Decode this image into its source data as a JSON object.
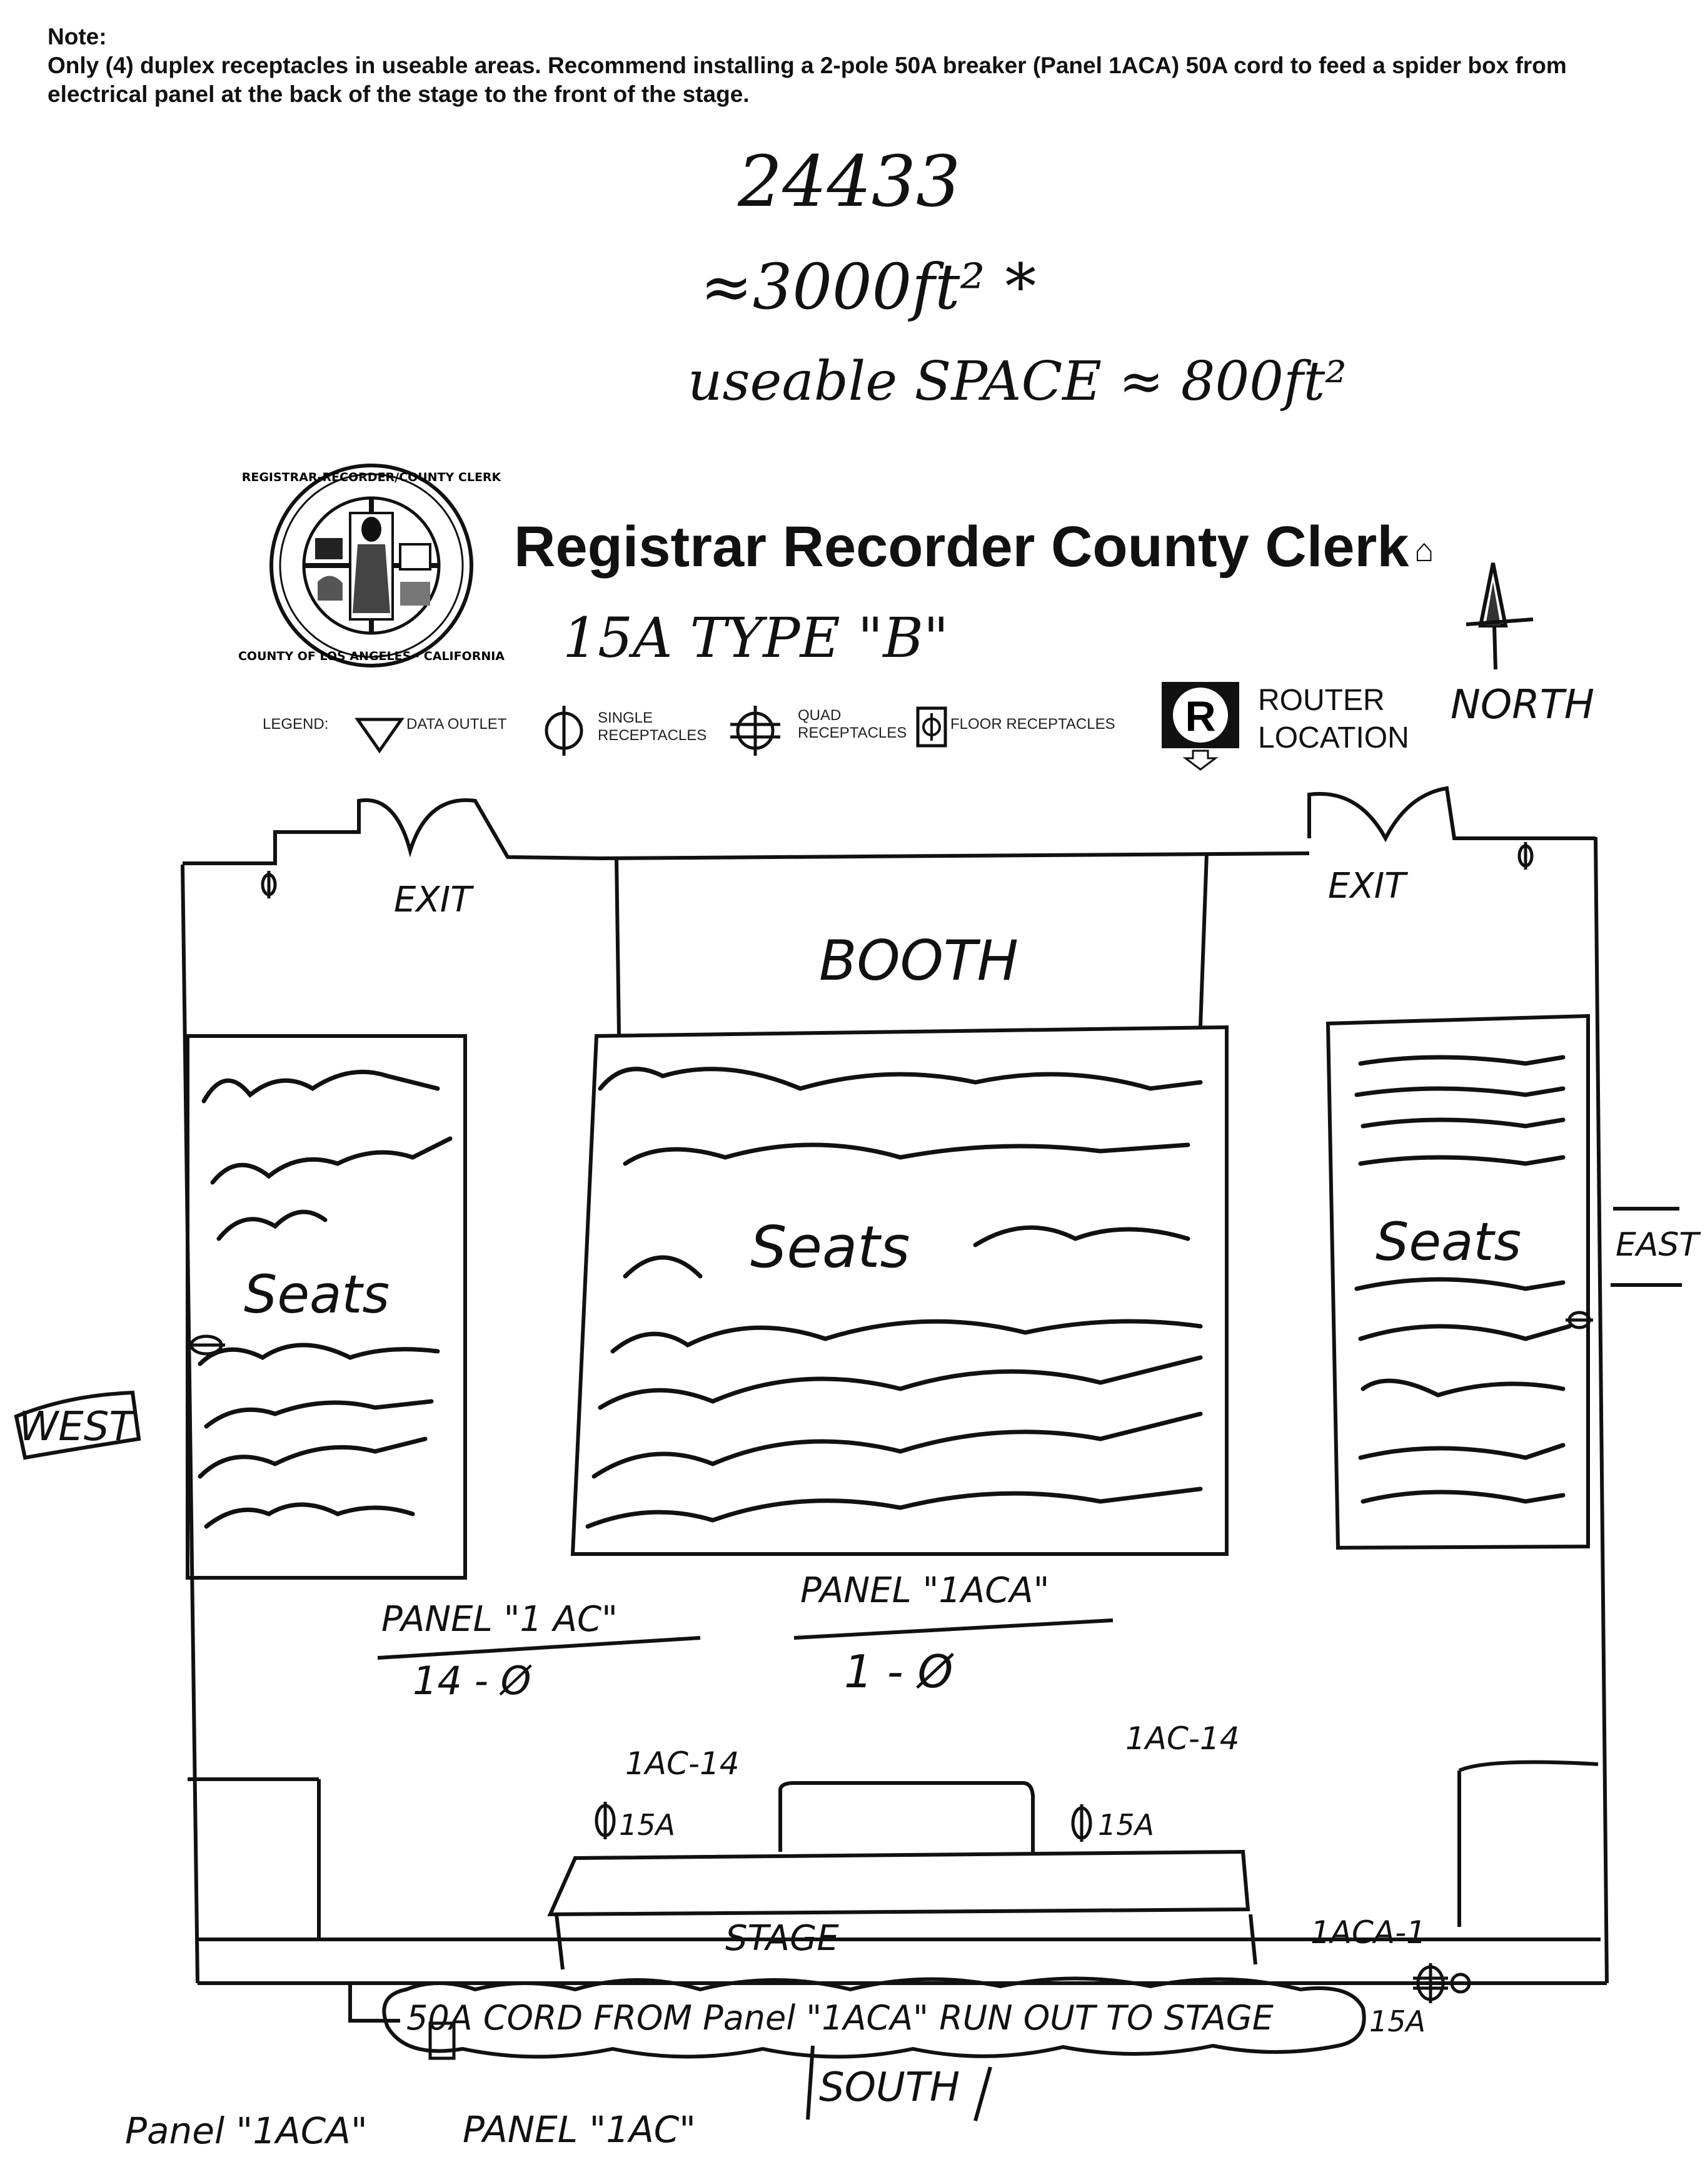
{
  "note": {
    "heading": "Note:",
    "body": "Only (4) duplex receptacles in useable areas. Recommend installing a 2-pole 50A breaker (Panel 1ACA) 50A cord to feed a spider box from electrical panel at the back of the stage to the front of the stage."
  },
  "handwritten_top": {
    "number": "24433",
    "area": "≈3000ft² *",
    "usable": "useable SPACE ≈ 800ft²"
  },
  "header": {
    "seal_text": "REGISTRAR-RECORDER/COUNTY CLERK · COUNTY OF LOS ANGELES · CALIFORNIA",
    "title": "Registrar Recorder County Clerk",
    "home_icon": "home-icon",
    "receptacle_type": "15A TYPE \"B\""
  },
  "legend": {
    "label": "LEGEND:",
    "items": [
      {
        "icon": "triangle-data-outlet-icon",
        "label": "DATA OUTLET"
      },
      {
        "icon": "single-receptacle-icon",
        "label": "SINGLE RECEPTACLES"
      },
      {
        "icon": "quad-receptacle-icon",
        "label": "QUAD RECEPTACLES"
      },
      {
        "icon": "floor-receptacle-icon",
        "label": "FLOOR RECEPTACLES"
      }
    ],
    "router": {
      "symbol": "R",
      "line1": "ROUTER",
      "line2": "LOCATION"
    }
  },
  "compass": {
    "north": "NORTH",
    "east": "EAST",
    "west": "WEST",
    "south": "SOUTH"
  },
  "plan": {
    "exit_left": "EXIT",
    "exit_right": "EXIT",
    "booth": "BOOTH",
    "seats_left": "Seats",
    "seats_center": "Seats",
    "seats_right": "Seats",
    "panel_1ac": {
      "title": "PANEL \"1 AC\"",
      "value": "14 - Ø"
    },
    "panel_1aca": {
      "title": "PANEL \"1ACA\"",
      "value": "1 - Ø"
    },
    "circuit_left": "1AC-14",
    "circuit_right": "1AC-14",
    "rating_left": "15A",
    "rating_right": "15A",
    "stage": "STAGE",
    "circuit_stage": "1ACA-1",
    "rating_stage": "15A",
    "cord_note": "50A CORD FROM Panel \"1ACA\" RUN OUT TO STAGE",
    "panel_bottom_left": "Panel \"1ACA\"",
    "panel_bottom_right": "PANEL \"1AC\""
  },
  "colors": {
    "ink": "#111111",
    "paper": "#ffffff"
  }
}
